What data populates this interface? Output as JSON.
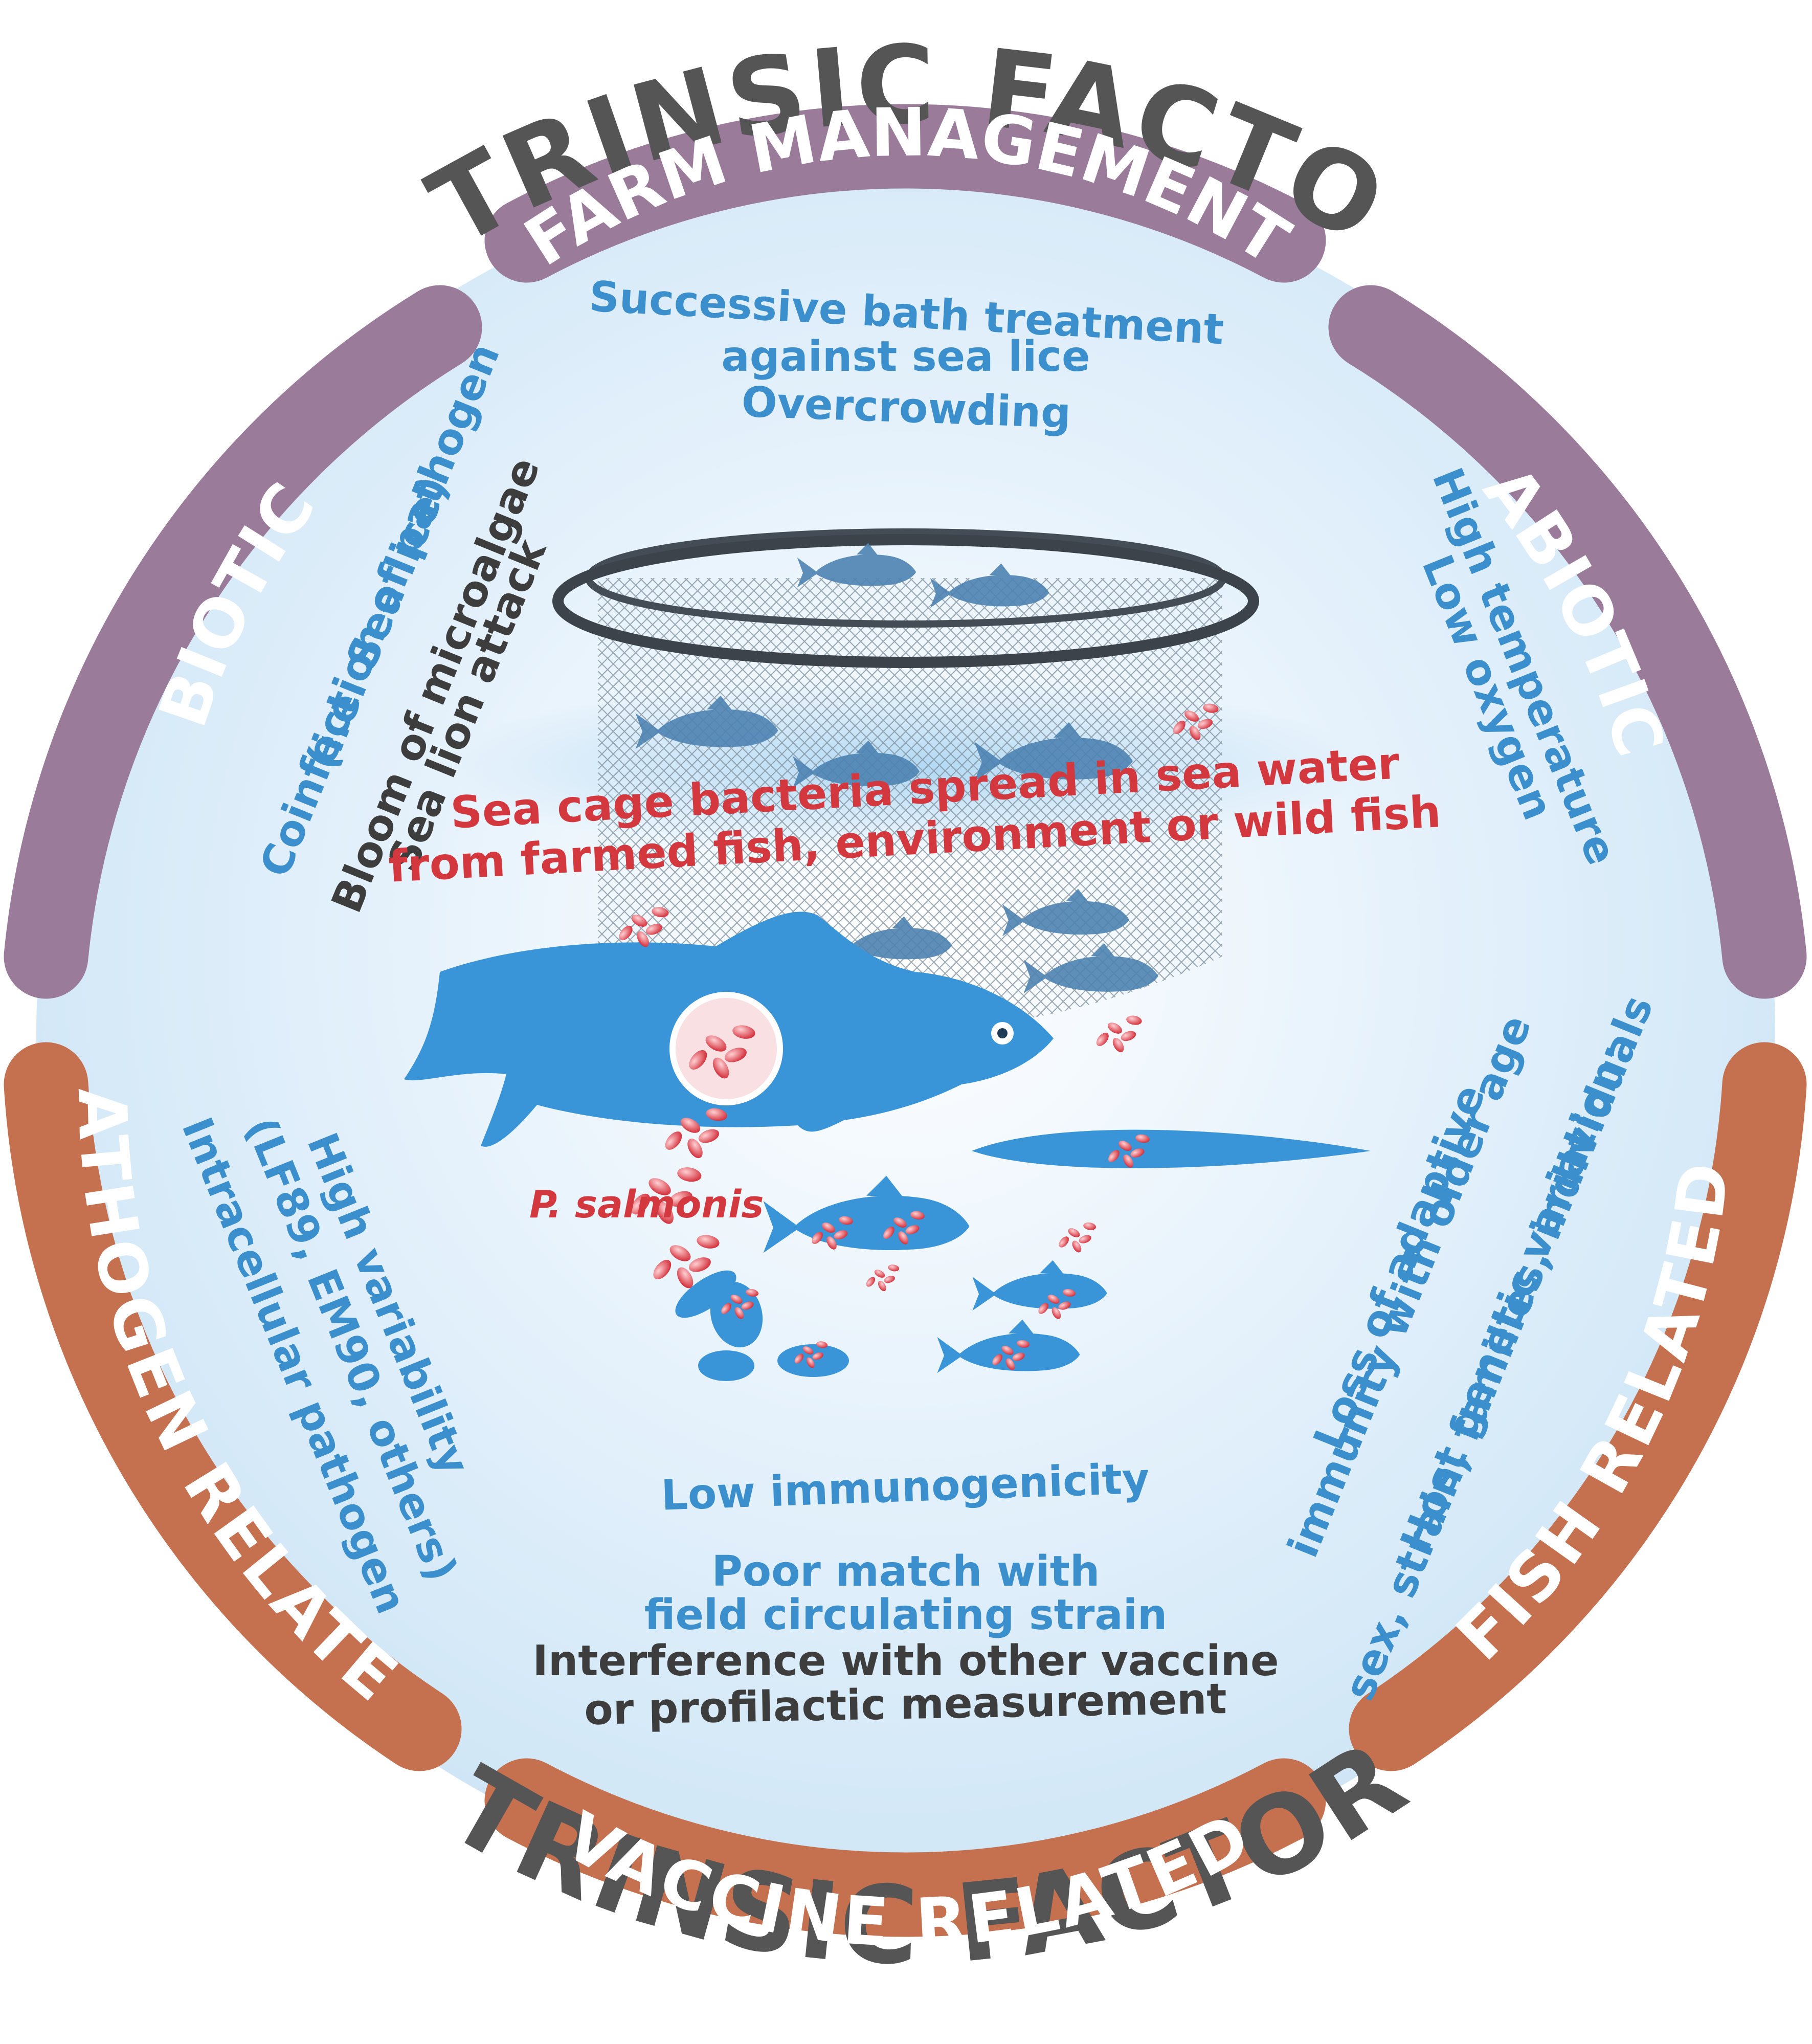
{
  "title_top": "EXTRINSIC FACTORS",
  "title_bottom": "INTRINSIC FACTORS",
  "segments": {
    "farm": {
      "label": "FARM MANAGEMENT",
      "items": [
        "Successive bath  treatment",
        "against sea lice",
        "Overcrowding"
      ]
    },
    "biotic": {
      "label": "BIOTIC",
      "items": [
        "Coinfection of pathogen",
        "(i.e. Sea lice)",
        "Bloom of microalgae",
        "Sea lion attack"
      ]
    },
    "abiotic": {
      "label": "ABIOTIC",
      "items": [
        "High temperature",
        "Low oxygen"
      ]
    },
    "pathogen": {
      "label": "PATHOGEN RELATED",
      "items": [
        "High variability",
        "(LF89, EM90, others)",
        "Intracellular pathogen"
      ]
    },
    "vaccine": {
      "label": "VACCINE RELATED",
      "items": [
        "Low immunogenicity",
        "Poor match with",
        "field circulating strain",
        "Interference with other vaccine",
        "or profilactic measurement"
      ]
    },
    "fish": {
      "label": "FISH RELATED",
      "items": [
        "Loss of adaptive",
        "immunity with older age",
        "Host genetic variation:",
        "sex, strain, families, individuals"
      ]
    }
  },
  "center": {
    "spread_lines": [
      "Sea cage bacteria spread in sea water",
      "from farmed fish, environment or wild fish"
    ],
    "pathogen_name": "P. salmonis"
  },
  "colors": {
    "extrinsic_arc": "#9a7b99",
    "intrinsic_arc": "#c5714f",
    "title": "#555555",
    "blue_text": "#3a8fcc",
    "red_text": "#d3383e",
    "fish_blue": "#3a95d8"
  }
}
